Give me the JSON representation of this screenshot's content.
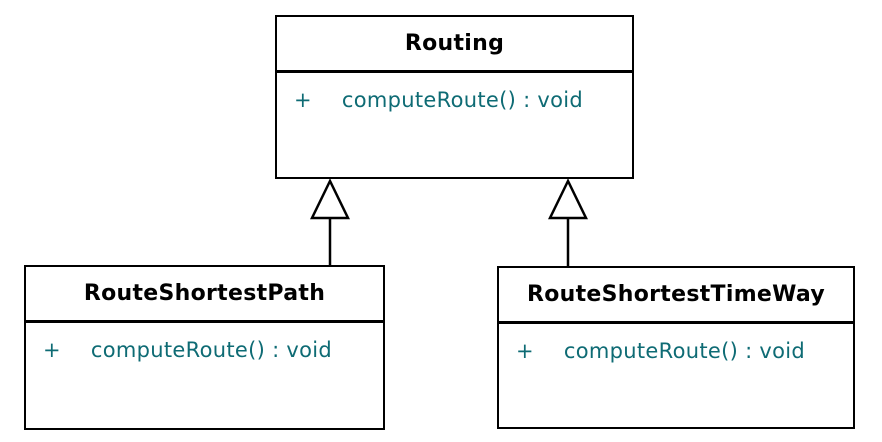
{
  "diagram": {
    "type": "uml-class-diagram",
    "colors": {
      "border": "#000000",
      "class_fill": "#ffffff",
      "background": "#ffffff",
      "title_text": "#000000",
      "member_text": "#0e6b74"
    },
    "classes": [
      {
        "name": "Routing",
        "methods": [
          {
            "visibility": "+",
            "signature": "computeRoute() : void"
          }
        ]
      },
      {
        "name": "RouteShortestPath",
        "methods": [
          {
            "visibility": "+",
            "signature": "computeRoute() : void"
          }
        ]
      },
      {
        "name": "RouteShortestTimeWay",
        "methods": [
          {
            "visibility": "+",
            "signature": "computeRoute() : void"
          }
        ]
      }
    ],
    "relations": [
      {
        "type": "generalization",
        "from": "RouteShortestPath",
        "to": "Routing"
      },
      {
        "type": "generalization",
        "from": "RouteShortestTimeWay",
        "to": "Routing"
      }
    ]
  }
}
